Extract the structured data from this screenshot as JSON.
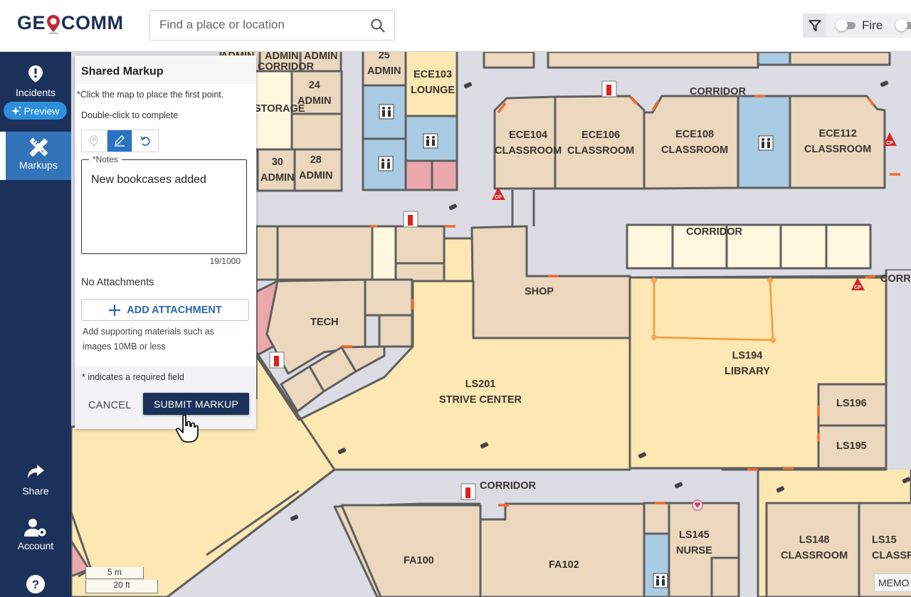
{
  "header": {
    "logo_text_left": "GE",
    "logo_text_right": "COMM",
    "search_placeholder": "Find a place or location",
    "layer_toggles": [
      {
        "label": "Fire",
        "on": false
      }
    ]
  },
  "sidebar": {
    "items": [
      {
        "label": "Incidents",
        "icon": "incident-pin-icon",
        "badge": "Preview"
      },
      {
        "label": "Markups",
        "icon": "pencil-ruler-icon",
        "active": true
      },
      {
        "label": "Share",
        "icon": "share-arrow-icon"
      },
      {
        "label": "Account",
        "icon": "user-gear-icon"
      },
      {
        "label": "",
        "icon": "help-icon"
      }
    ]
  },
  "panel": {
    "title": "Shared Markup",
    "instruction_1": "*Click the map to place the first point.",
    "instruction_2": "Double-click to complete",
    "tools": [
      {
        "name": "point",
        "icon": "map-pin-icon",
        "active": false
      },
      {
        "name": "draw",
        "icon": "pencil-icon",
        "active": true
      },
      {
        "name": "undo",
        "icon": "undo-icon",
        "active": false
      }
    ],
    "notes_label": "*Notes",
    "notes_value": "New bookcases added",
    "char_counter": "19/1000",
    "attachments_status": "No Attachments",
    "add_attachment_label": "ADD ATTACHMENT",
    "attachment_help": "Add supporting materials such as images 10MB or less",
    "required_note": "* indicates a required field",
    "cancel_label": "CANCEL",
    "submit_label": "SUBMIT MARKUP"
  },
  "map": {
    "rooms": [
      {
        "id": "admin-top-1",
        "text": "ADMIN"
      },
      {
        "id": "admin-top-2",
        "text": "ADMIN"
      },
      {
        "id": "admin-top-3",
        "text": "ADMIN"
      },
      {
        "id": "corridor-nw",
        "text": "CORRIDOR"
      },
      {
        "id": "storage",
        "text": "STORAGE"
      },
      {
        "id": "r24",
        "text": "24\nADMIN"
      },
      {
        "id": "r25",
        "text": "25\nADMIN"
      },
      {
        "id": "r30",
        "text": "30\nADMIN"
      },
      {
        "id": "r28",
        "text": "28\nADMIN"
      },
      {
        "id": "ece103",
        "text": "ECE103\nLOUNGE"
      },
      {
        "id": "corridor-n",
        "text": "CORRIDOR"
      },
      {
        "id": "ece104",
        "text": "ECE104\nCLASSROOM"
      },
      {
        "id": "ece106",
        "text": "ECE106\nCLASSROOM"
      },
      {
        "id": "ece108",
        "text": "ECE108\nCLASSROOM"
      },
      {
        "id": "ece112",
        "text": "ECE112\nCLASSROOM"
      },
      {
        "id": "corridor-mid",
        "text": "CORRIDOR"
      },
      {
        "id": "corridor-e",
        "text": "CORRI"
      },
      {
        "id": "shop",
        "text": "SHOP"
      },
      {
        "id": "tech",
        "text": "TECH"
      },
      {
        "id": "ls201",
        "text": "LS201\nSTRIVE CENTER"
      },
      {
        "id": "ls194",
        "text": "LS194\nLIBRARY"
      },
      {
        "id": "ls196",
        "text": "LS196"
      },
      {
        "id": "ls195",
        "text": "LS195"
      },
      {
        "id": "corridor-s",
        "text": "CORRIDOR"
      },
      {
        "id": "fa100",
        "text": "FA100"
      },
      {
        "id": "fa102",
        "text": "FA102"
      },
      {
        "id": "ls145",
        "text": "LS145\nNURSE"
      },
      {
        "id": "ls148",
        "text": "LS148\nCLASSROOM"
      },
      {
        "id": "ls15x",
        "text": "LS15\nCLASSR"
      }
    ],
    "scale": {
      "metric": "5 m",
      "imperial": "20 ft"
    },
    "memo_tag": "MEMO"
  },
  "colors": {
    "nav_bg": "#1b3159",
    "nav_active": "#3274b7",
    "preview_pill": "#2d8fdb",
    "submit_bg": "#1b3159",
    "accent_link": "#2a66b0",
    "room_tan": "#ecd8bf",
    "room_yellow": "#fde8b3",
    "room_cream": "#fff8df",
    "restroom_blue": "#a9cbe3",
    "room_pink": "#eaa8ae",
    "corridor": "#dcdce4",
    "wall": "#5f5f5f",
    "door": "#ee6b2f",
    "markup_orange": "#f39a3a"
  }
}
